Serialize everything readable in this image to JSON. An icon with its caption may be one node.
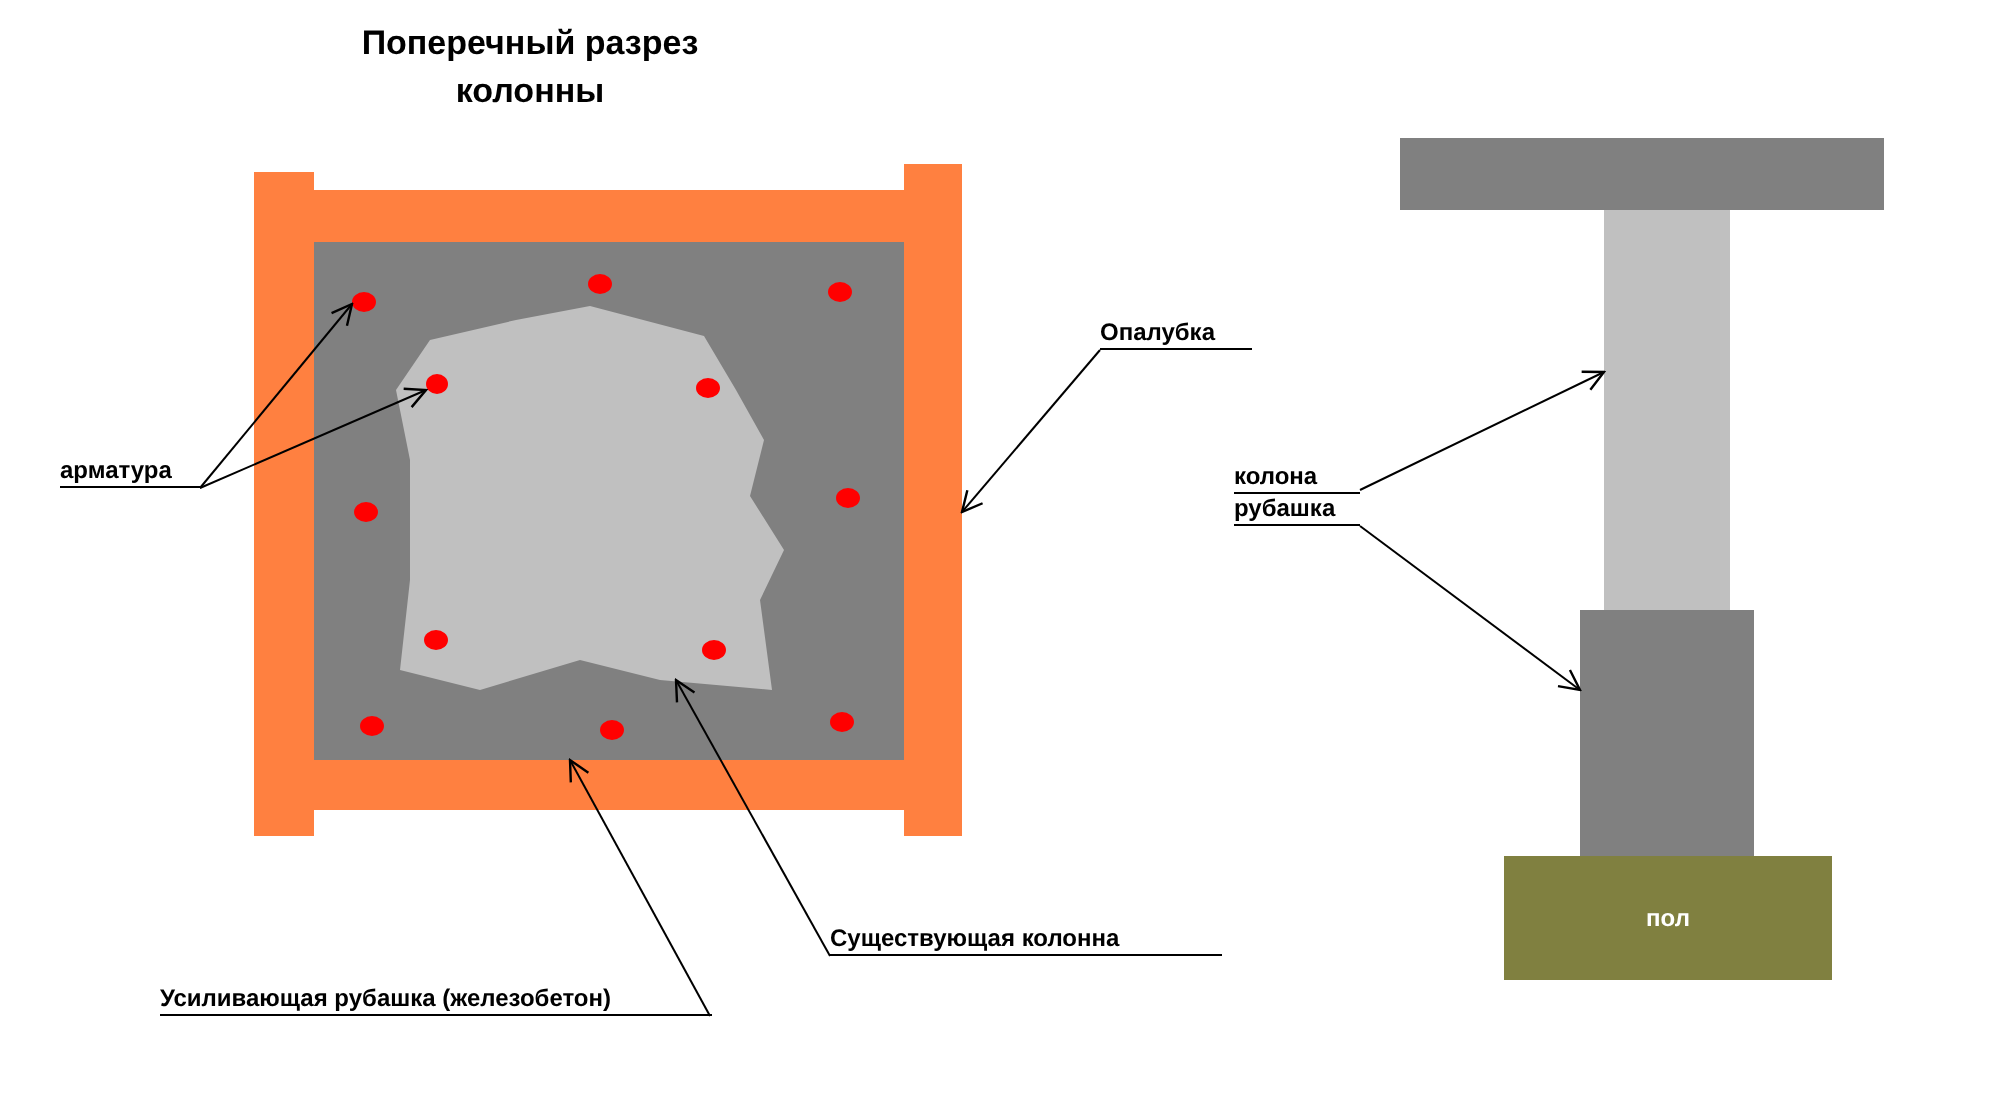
{
  "diagram": {
    "title": "Поперечный разрез колонны",
    "nodes": [
      {
        "text": [
          "арматура"
        ]
      },
      {
        "text": [],
        "shape": "box"
      },
      {
        "text": [],
        "shape": "box",
        "in": 1
      },
      {
        "text": [],
        "shape": "circle",
        "in": 1
      },
      {
        "text": [],
        "shape": "circle",
        "in": 2
      },
      {
        "text": [
          "Опалубка"
        ]
      },
      {
        "text": [],
        "shape": "bar"
      },
      {
        "text": [
          "Существующая колонна"
        ]
      },
      {
        "text": [
          "Усиливающая рубашка (железобетон)"
        ]
      },
      {
        "text": [
          "колона"
        ]
      },
      {
        "text": [
          "рубашка"
        ]
      },
      {
        "text": [],
        "shape": "bar"
      },
      {
        "text": [],
        "shape": "bar"
      },
      {
        "text": [
          "пол"
        ]
      },
      {
        "text": [],
        "shape": "bar"
      },
      {
        "text": [],
        "shape": "bar"
      },
      {
        "text": [],
        "shape": "bar"
      },
      {
        "text": [],
        "shape": "bar"
      }
    ],
    "edges": [
      {
        "from": 0,
        "to": 3,
        "arrow": "to"
      },
      {
        "from": 0,
        "to": 4,
        "arrow": "to"
      },
      {
        "from": 5,
        "to": 6,
        "arrow": "to"
      },
      {
        "from": 7,
        "to": 2,
        "arrow": "to"
      },
      {
        "from": 8,
        "to": 1,
        "arrow": "to"
      },
      {
        "from": 9,
        "to": 11,
        "arrow": "to"
      },
      {
        "from": 10,
        "to": 12,
        "arrow": "to"
      }
    ]
  }
}
